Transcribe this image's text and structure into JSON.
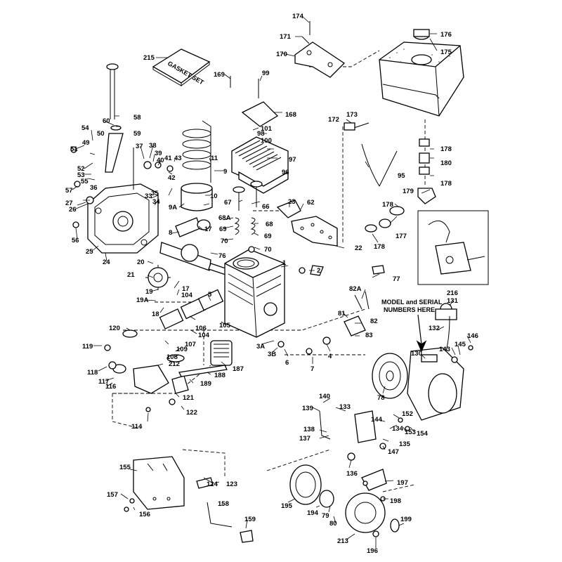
{
  "diagram": {
    "gasket_set_text": "GASKET SET",
    "model_note_line1": "MODEL and SERIAL",
    "model_note_line2": "NUMBERS HERE",
    "labels": {
      "l174": "174",
      "l171": "171",
      "l170": "170",
      "l176": "176",
      "l175": "175",
      "l215": "215",
      "l169": "169",
      "l99": "99",
      "l168": "168",
      "l101": "101",
      "l98": "98",
      "l100": "100",
      "l97": "97",
      "l96": "96",
      "l58": "58",
      "l60": "60",
      "l59": "59",
      "l54": "54",
      "l50": "50",
      "l51": "51",
      "l49": "49",
      "l52": "52",
      "l53": "53",
      "l55": "55",
      "l57": "57",
      "l36": "36",
      "l27": "27",
      "l26": "26",
      "l56": "56",
      "l25": "25",
      "l24": "24",
      "l37": "37",
      "l38": "38",
      "l39": "39",
      "l40": "40",
      "l41": "41",
      "l43": "43",
      "l42": "42",
      "l35": "35",
      "l33": "33",
      "l34": "34",
      "l11": "11",
      "l9": "9",
      "l10": "10",
      "l9A": "9A",
      "l173": "173",
      "l172": "172",
      "l95": "95",
      "l178a": "178",
      "l180": "180",
      "l178b": "178",
      "l179": "179",
      "l178c": "178",
      "l177": "177",
      "l178d": "178",
      "l67": "67",
      "l66": "66",
      "l23": "23",
      "l62": "62",
      "l68A": "68A",
      "l69a": "69",
      "l68": "68",
      "l69b": "69",
      "l70a": "70",
      "l70b": "70",
      "l22": "22",
      "l8": "8",
      "l17a": "17",
      "l76": "76",
      "l20": "20",
      "l21": "21",
      "l1": "1",
      "l2": "2",
      "l77": "77",
      "l17b": "17",
      "l19": "19",
      "l104a": "104",
      "l19A": "19A",
      "l18": "18",
      "l5": "5",
      "l82A": "82A",
      "l216": "216",
      "l131": "131",
      "l106": "106",
      "l105": "105",
      "l104b": "104",
      "l81": "81",
      "l82": "82",
      "l83": "83",
      "l120": "120",
      "l107": "107",
      "l109": "109",
      "l108": "108",
      "l132": "132",
      "l146": "146",
      "l143": "143",
      "l145": "145",
      "l119": "119",
      "l3A": "3A",
      "l3B": "3B",
      "l4": "4",
      "l6": "6",
      "l7": "7",
      "l212": "212",
      "l187": "187",
      "l130": "130",
      "l118": "118",
      "l117": "117",
      "l116": "116",
      "l188": "188",
      "l189": "189",
      "l78": "78",
      "l121": "121",
      "l140": "140",
      "l139": "139",
      "l133": "133",
      "l152": "152",
      "l144": "144",
      "l122": "122",
      "l114": "114",
      "l138": "138",
      "l134": "134",
      "l153": "153",
      "l154": "154",
      "l137": "137",
      "l135": "135",
      "l147": "147",
      "l136": "136",
      "l155": "155",
      "l124": "124",
      "l123": "123",
      "l197": "197",
      "l157": "157",
      "l156": "156",
      "l158": "158",
      "l198": "198",
      "l195": "195",
      "l194": "194",
      "l79": "79",
      "l80": "80",
      "l159": "159",
      "l199": "199",
      "l213": "213",
      "l196": "196"
    }
  }
}
